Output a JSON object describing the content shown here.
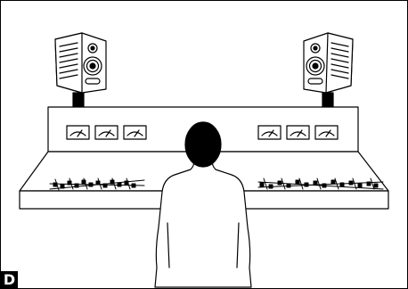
{
  "panel_label": "D",
  "figure": {
    "subject": "studio-monitor-listening-position",
    "meter_count_per_side": 3,
    "speaker_count": 2,
    "fader_groups_per_side": 1
  }
}
